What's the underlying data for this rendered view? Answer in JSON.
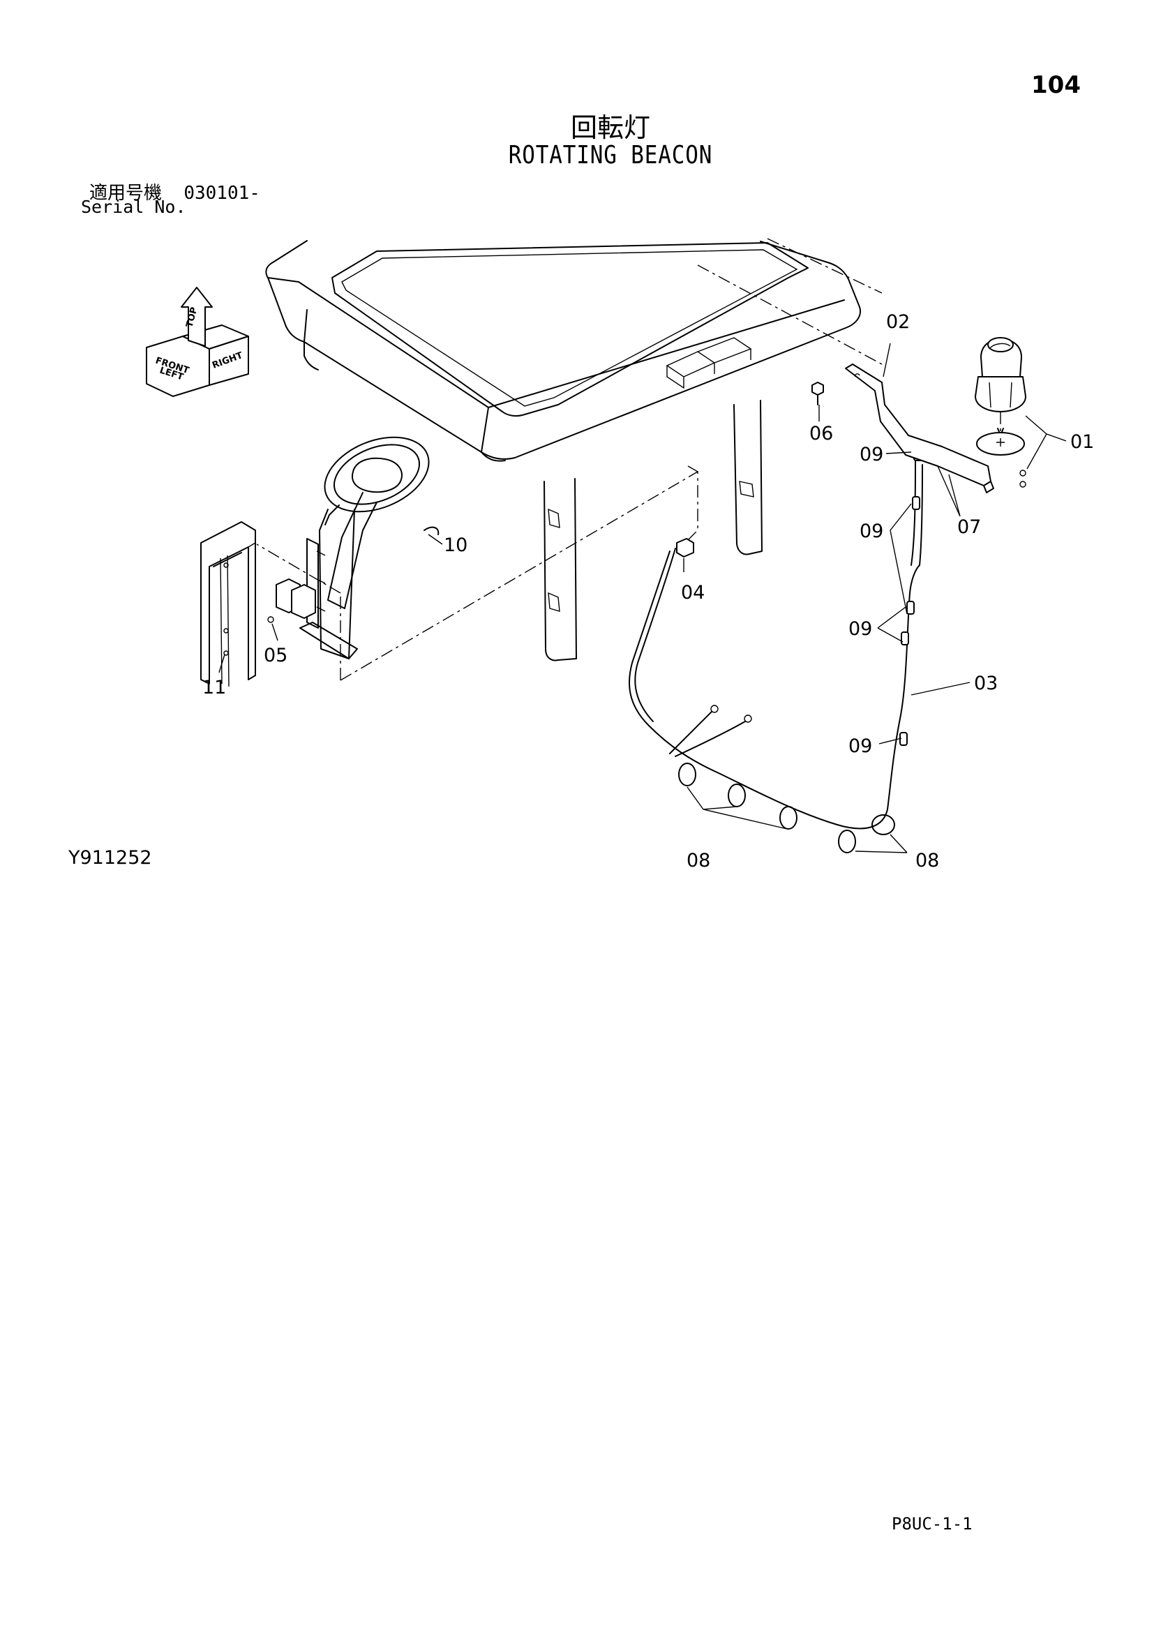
{
  "header": {
    "page_number": "104",
    "title_jp": "回転灯",
    "title_en": "ROTATING BEACON",
    "serial_label_jp": "適用号機",
    "serial_value": "030101-",
    "serial_label_en": "Serial No."
  },
  "figure": {
    "figure_id": "Y911252",
    "orientation_labels": {
      "front": "FRONT",
      "top": "TOP",
      "right": "RIGHT",
      "left": "LEFT"
    },
    "callouts": {
      "c01": "01",
      "c02": "02",
      "c03": "03",
      "c04": "04",
      "c05": "05",
      "c06": "06",
      "c07": "07",
      "c08a": "08",
      "c08b": "08",
      "c09a": "09",
      "c09b": "09",
      "c09c": "09",
      "c09d": "09",
      "c10": "10",
      "c11": "11"
    }
  },
  "footer": {
    "sheet_code": "P8UC-1-1"
  }
}
